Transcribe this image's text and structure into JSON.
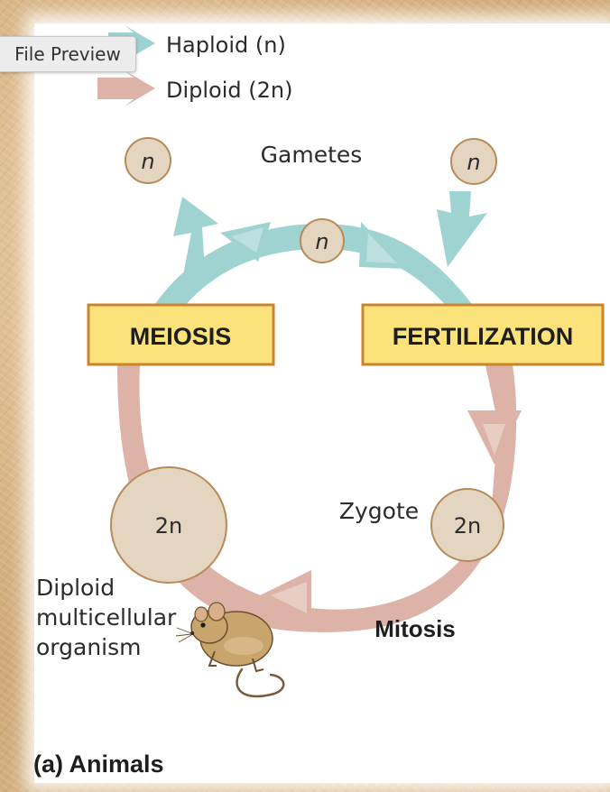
{
  "file_preview_label": "File Preview",
  "legend": {
    "haploid_label": "Haploid (n)",
    "diploid_label": "Diploid (2n)"
  },
  "colors": {
    "haploid": "#9fd3d2",
    "diploid": "#dcb3a6",
    "cell_fill": "#e4d5c0",
    "cell_stroke": "#b88a58",
    "box_fill": "#fbe27a",
    "box_stroke": "#c9842c"
  },
  "diagram": {
    "gametes_label": "Gametes",
    "haploid_cell_label": "n",
    "meiosis_label": "MEIOSIS",
    "fertilization_label": "FERTILIZATION",
    "zygote_label": "Zygote",
    "diploid_cell_label": "2n",
    "organism_label_line1": "Diploid",
    "organism_label_line2": "multicellular",
    "organism_label_line3": "organism",
    "mitosis_label": "Mitosis",
    "caption": "(a) Animals"
  }
}
